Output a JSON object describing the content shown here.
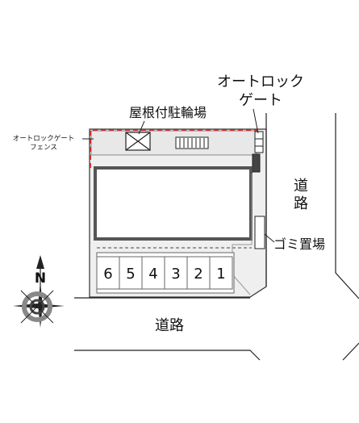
{
  "labels": {
    "autolock_gate_line1": "オートロック",
    "autolock_gate_line2": "ゲート",
    "covered_parking": "屋根付駐輪場",
    "autolock_fence_line1": "オートロックゲート",
    "autolock_fence_line2": "フェンス",
    "road_east_char1": "道",
    "road_east_char2": "路",
    "garbage_area": "ゴミ置場",
    "road_south": "道路",
    "compass_north": "N"
  },
  "parking_spaces": [
    "6",
    "5",
    "4",
    "3",
    "2",
    "1"
  ],
  "colors": {
    "fence_dashed": "#e02020",
    "lot_fill": "#efefef",
    "building_border": "#555555",
    "line": "#222222"
  }
}
